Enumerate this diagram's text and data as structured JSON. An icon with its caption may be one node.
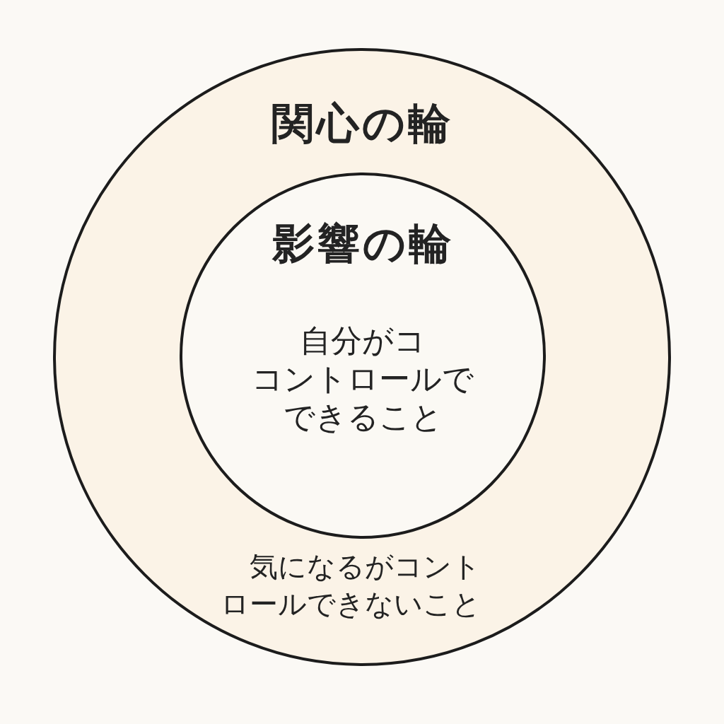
{
  "diagram": {
    "nodes": [
      {
        "text": [
          "関心の輪",
          "気になるがコントロールできないこと"
        ]
      },
      {
        "text": [
          "影響の輪",
          "自分がココントロールでできること"
        ],
        "in": 0
      }
    ]
  }
}
